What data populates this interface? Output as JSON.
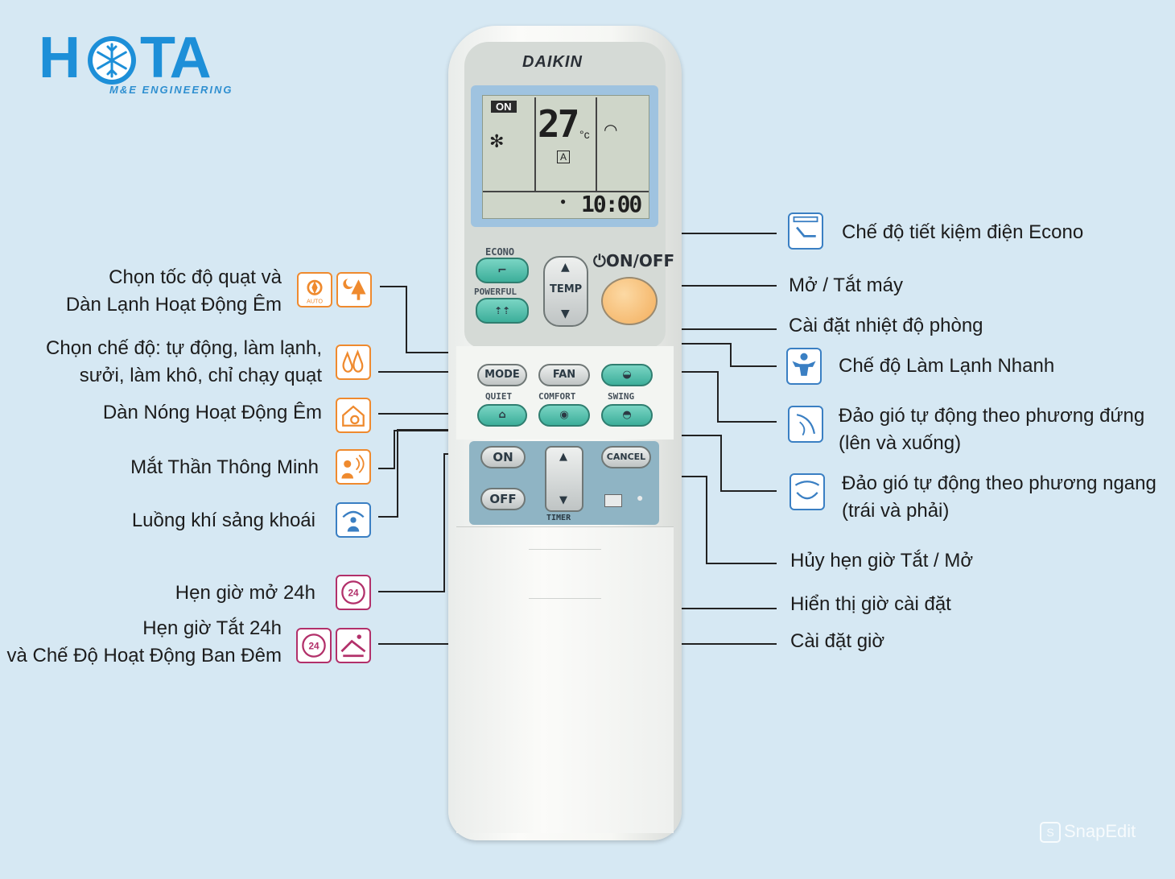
{
  "brand": {
    "logo_text": "HOTA",
    "logo_letter_h": "H",
    "logo_letters_ta": "TA",
    "tagline": "M&E ENGINEERING",
    "color_blue": "#1d8fd8",
    "color_navy": "#1a2f7a"
  },
  "remote": {
    "brand_name": "DAIKIN",
    "lcd": {
      "on_indicator": "ON",
      "temperature": "27",
      "unit": "°c",
      "fan_level": "A",
      "time": "10:00"
    },
    "buttons": {
      "econo": "ECONO",
      "powerful": "POWERFUL",
      "temp": "TEMP",
      "on_off": "ON/OFF",
      "mode": "MODE",
      "fan": "FAN",
      "quiet": "QUIET",
      "comfort": "COMFORT",
      "swing": "SWING",
      "on": "ON",
      "off": "OFF",
      "cancel": "CANCEL",
      "timer": "TIMER"
    }
  },
  "labels_left": {
    "fan_speed_line1": "Chọn tốc độ quạt và",
    "fan_speed_line2": "Dàn Lạnh Hoạt Động Êm",
    "mode_line1": "Chọn chế độ: tự động, làm lạnh,",
    "mode_line2": "sưởi, làm khô, chỉ chạy quạt",
    "outdoor_quiet": "Dàn Nóng Hoạt Động Êm",
    "intelligent_eye": "Mắt Thần Thông Minh",
    "comfort_airflow": "Luồng khí sảng khoái",
    "on_timer": "Hẹn giờ mở 24h",
    "off_timer_line1": "Hẹn giờ Tắt 24h",
    "off_timer_line2": "và Chế Độ Hoạt Động Ban Đêm"
  },
  "labels_right": {
    "econo": "Chế độ tiết kiệm điện Econo",
    "on_off": "Mở / Tắt máy",
    "temp": "Cài đặt nhiệt độ phòng",
    "powerful": "Chế độ Làm Lạnh Nhanh",
    "swing_v_line1": "Đảo gió tự động theo phương đứng",
    "swing_v_line2": "(lên và xuống)",
    "swing_h_line1": "Đảo gió tự động theo phương ngang",
    "swing_h_line2": "(trái và phải)",
    "cancel": "Hủy hẹn giờ Tắt / Mở",
    "display": "Hiển thị giờ cài đặt",
    "clock": "Cài đặt giờ"
  },
  "icons": {
    "fan_speed": [
      "fan-auto-icon",
      "moon-tree-icon"
    ],
    "mode": "drops-icon",
    "outdoor_quiet": "house-quiet-icon",
    "intelligent_eye": "person-sensor-icon",
    "comfort_airflow": "person-airflow-icon",
    "on_timer": "timer-24-icon",
    "off_timer": [
      "timer-24-icon",
      "night-mode-icon"
    ],
    "econo": "econo-icon",
    "powerful": "powerful-icon",
    "swing_v": "vertical-swing-icon",
    "swing_h": "horizontal-swing-icon"
  },
  "watermark": "SnapEdit",
  "colors": {
    "background": "#d6e8f3",
    "teal_button": "#4dbfa9",
    "orange_button": "#f5b468",
    "icon_orange": "#ef8a2e",
    "icon_blue": "#3a7fc3",
    "icon_magenta": "#b2306a"
  }
}
